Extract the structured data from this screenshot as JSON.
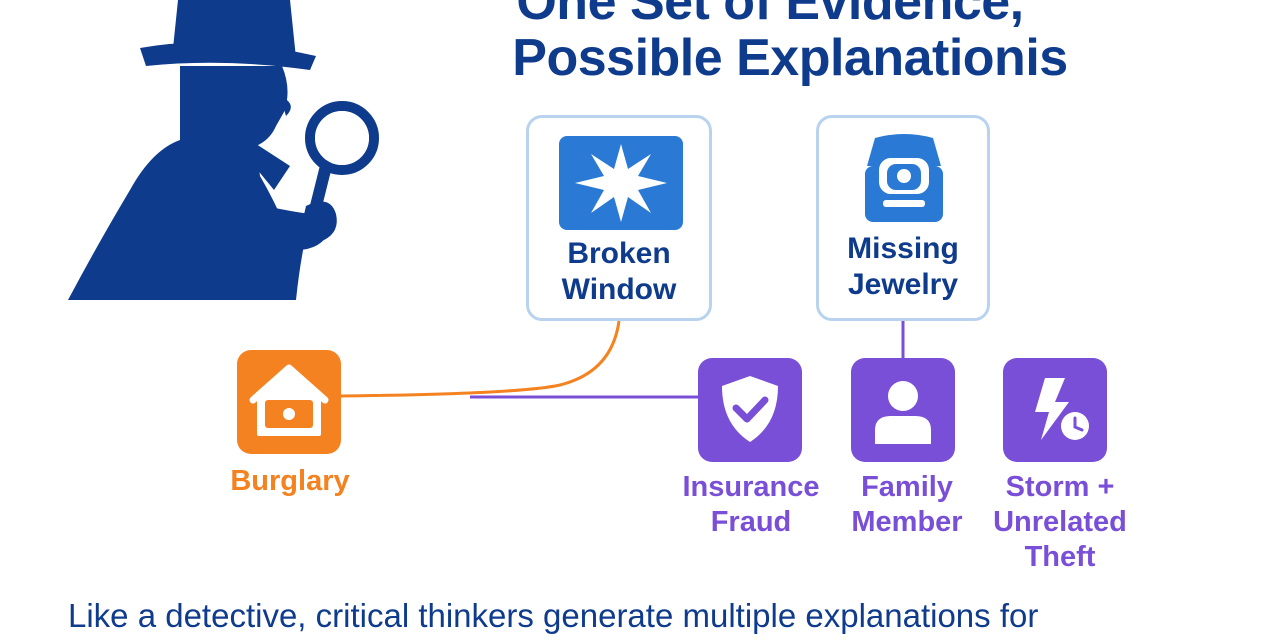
{
  "title": {
    "line1": "One Set of Evidence,",
    "line2": "Possible Explanationis"
  },
  "evidence": [
    {
      "label": "Broken\nWindow",
      "icon": "broken-window-icon"
    },
    {
      "label": "Missing\nJewelry",
      "icon": "jewelry-box-icon"
    }
  ],
  "explanations": [
    {
      "label": "Burglary",
      "icon": "house-icon",
      "color": "#f58220"
    },
    {
      "label": "Insurance\nFraud",
      "icon": "shield-check-icon",
      "color": "#7a4fd8"
    },
    {
      "label": "Family\nMember",
      "icon": "person-icon",
      "color": "#7a4fd8"
    },
    {
      "label": "Storm +\nUnrelated\nTheft",
      "icon": "lightning-clock-icon",
      "color": "#7a4fd8"
    }
  ],
  "caption": "Like a detective, critical thinkers generate multiple explanations for",
  "colors": {
    "navy": "#0f3b8c",
    "blue": "#2a7ad5",
    "orange": "#f58220",
    "purple": "#7a4fd8",
    "card_border": "#b9d3ee"
  }
}
